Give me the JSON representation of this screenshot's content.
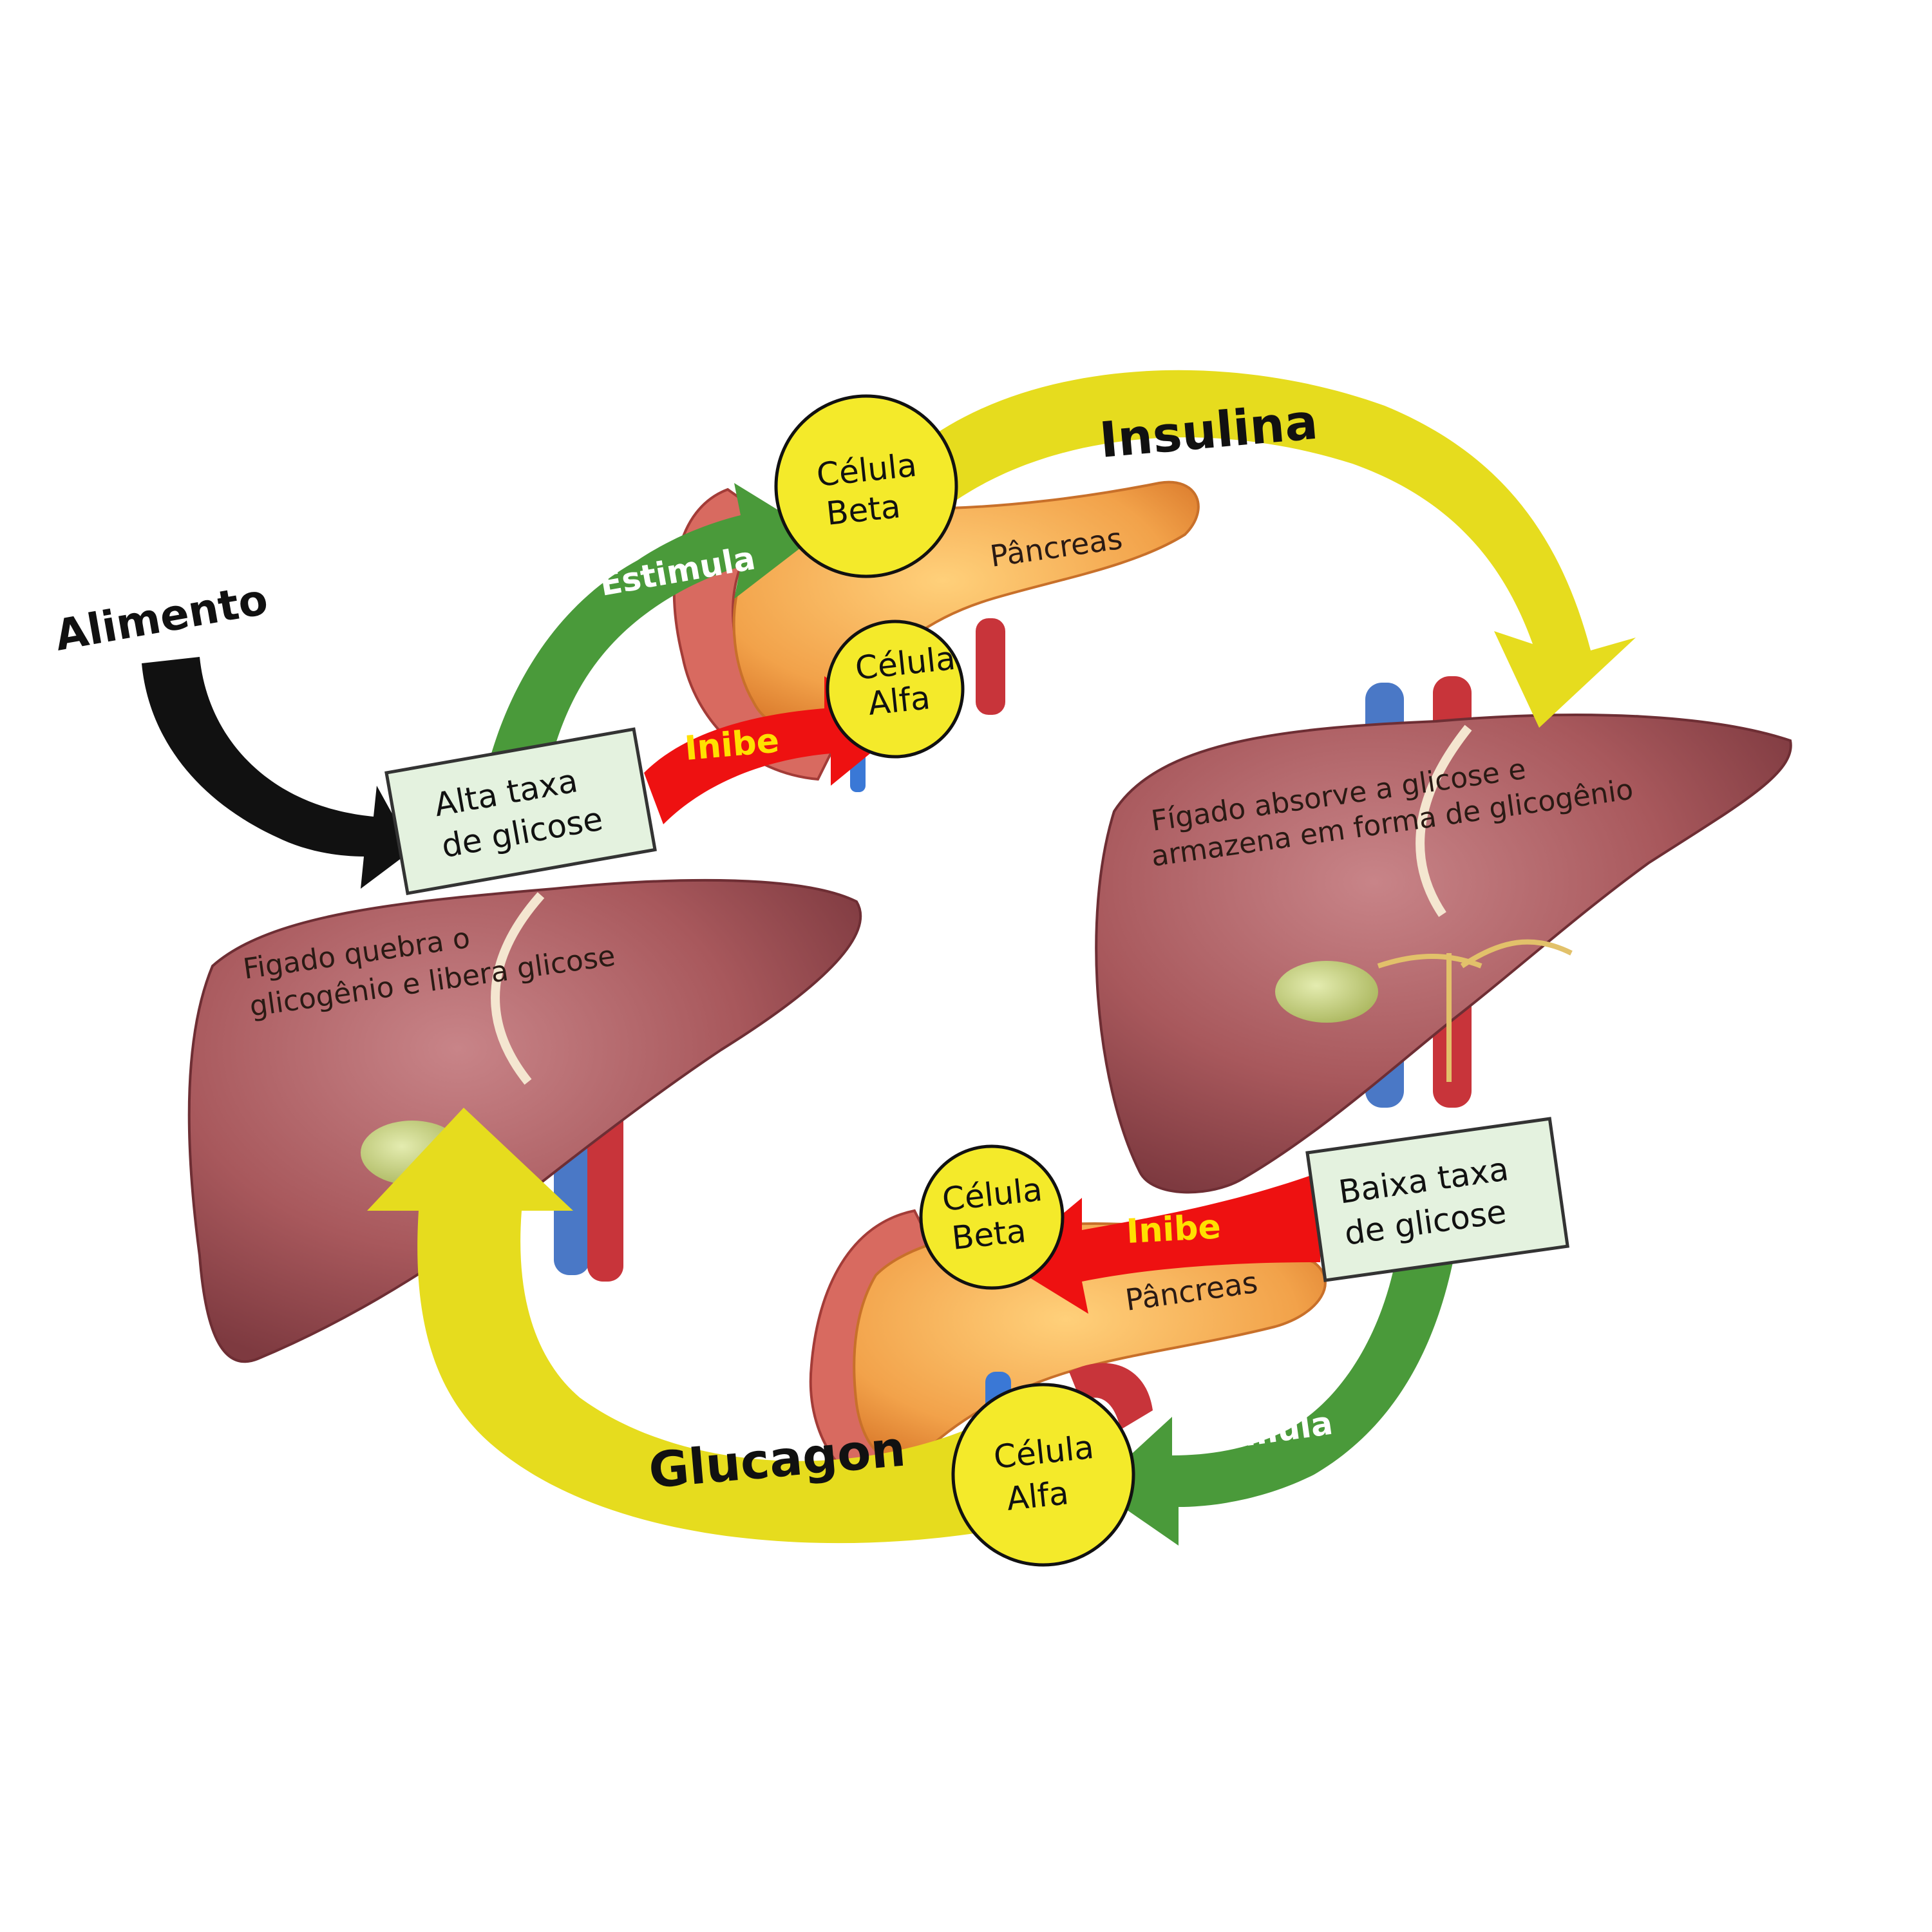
{
  "colors": {
    "green_arrow": "#4a9a3a",
    "red_arrow": "#ee1111",
    "yellow_arrow": "#e6dc1e",
    "cell_fill": "#f4ea2a",
    "box_fill": "#e4f2df",
    "liver": "#a8585c",
    "pancreas": "#f2a24a"
  },
  "food": {
    "label": "Alimento"
  },
  "top": {
    "beta_cell": {
      "line1": "Célula",
      "line2": "Beta"
    },
    "alpha_cell": {
      "line1": "Célula",
      "line2": "Alfa"
    },
    "pancreas_label": "Pâncreas",
    "stimulate_label": "Estimula",
    "inhibit_label": "Inibe",
    "high_glucose": {
      "line1": "Alta taxa",
      "line2": "de glicose"
    }
  },
  "hormones": {
    "insulin": "Insulina",
    "glucagon": "Glucagon"
  },
  "liver_right": {
    "line1": "Fígado absorve a glicose e",
    "line2": "armazena em forma de glicogênio"
  },
  "liver_left": {
    "line1": "Figado quebra o",
    "line2": "glicogênio e libera glicose"
  },
  "bottom": {
    "beta_cell": {
      "line1": "Célula",
      "line2": "Beta"
    },
    "alpha_cell": {
      "line1": "Célula",
      "line2": "Alfa"
    },
    "pancreas_label": "Pâncreas",
    "stimulate_label": "Estimula",
    "inhibit_label": "Inibe",
    "low_glucose": {
      "line1": "Baixa taxa",
      "line2": "de glicose"
    }
  }
}
